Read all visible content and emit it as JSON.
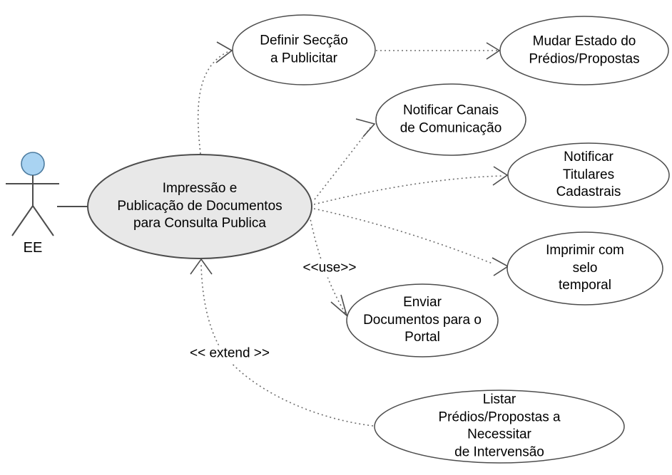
{
  "actor": {
    "name": "EE"
  },
  "nodes": {
    "central": {
      "label": "Impressão e\nPublicação de Documentos\npara Consulta Publica"
    },
    "definir_seccao": {
      "label": "Definir Secção\na Publicitar"
    },
    "mudar_estado": {
      "label": "Mudar Estado do\nPrédios/Propostas"
    },
    "notificar_canais": {
      "label": "Notificar Canais\nde Comunicação"
    },
    "notificar_titulares": {
      "label": "Notificar Titulares\nCadastrais"
    },
    "imprimir_selo": {
      "label": "Imprimir com selo\ntemporal"
    },
    "enviar_portal": {
      "label": "Enviar\nDocumentos para o\nPortal"
    },
    "listar_predios": {
      "label": "Listar\nPrédios/Propostas a Necessitar\nde Intervensão"
    }
  },
  "edge_labels": {
    "use": "<<use>>",
    "extend": "<< extend >>"
  },
  "colors": {
    "central_fill": "#e8e8e8",
    "node_fill": "#ffffff",
    "stroke": "#4d4d4d",
    "edge": "#6e6e6e",
    "actor_head_fill": "#a9d3f2",
    "actor_head_stroke": "#4d7ca0"
  }
}
